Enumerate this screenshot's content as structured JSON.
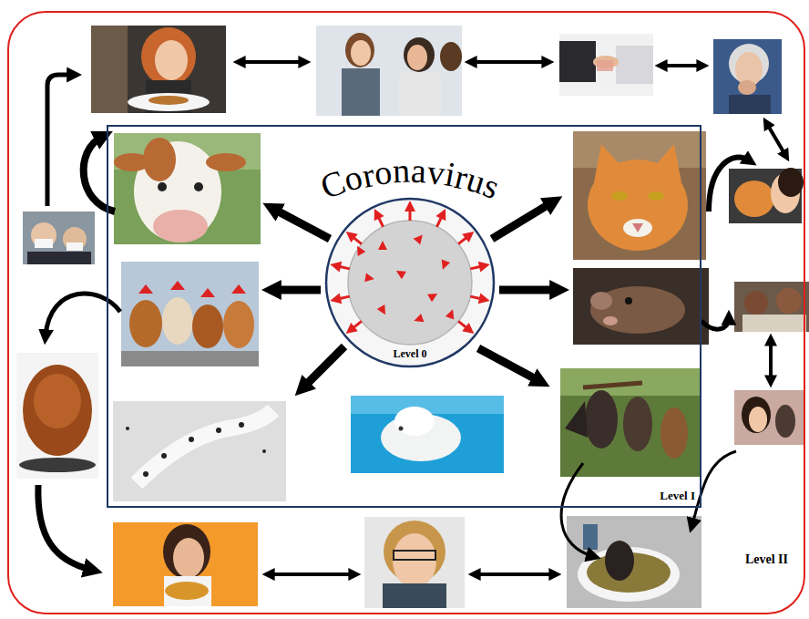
{
  "diagram": {
    "nodes": [
      {
        "text": [
          "Level II"
        ]
      },
      {
        "text": [
          "Level I"
        ],
        "in": 0
      },
      {
        "text": [
          "Coronavirus",
          "Level 0"
        ],
        "in": 1
      }
    ]
  }
}
